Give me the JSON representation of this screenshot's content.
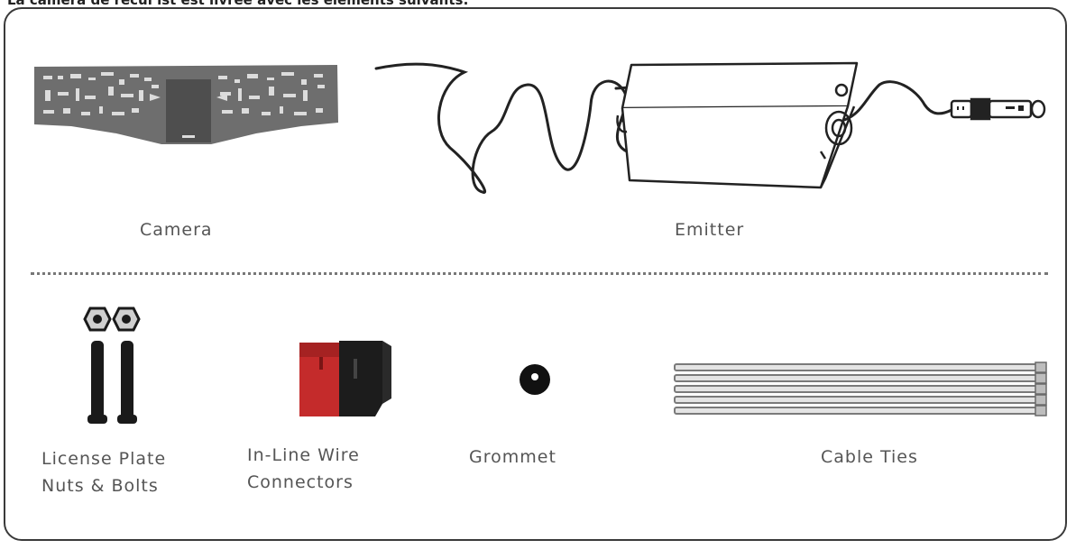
{
  "caption": "La caméra de recul ist est livrée avec les éléments suivants:",
  "items": {
    "camera": "Camera",
    "emitter": "Emitter",
    "nuts_bolts": [
      "License Plate",
      "Nuts & Bolts"
    ],
    "wire_connectors": [
      "In-Line Wire",
      "Connectors"
    ],
    "grommet": "Grommet",
    "cable_ties": "Cable Ties"
  },
  "colors": {
    "border": "#3a3a3a",
    "label": "#555555",
    "connector_red": "#c42b2b",
    "connector_black": "#1c1c1c"
  }
}
